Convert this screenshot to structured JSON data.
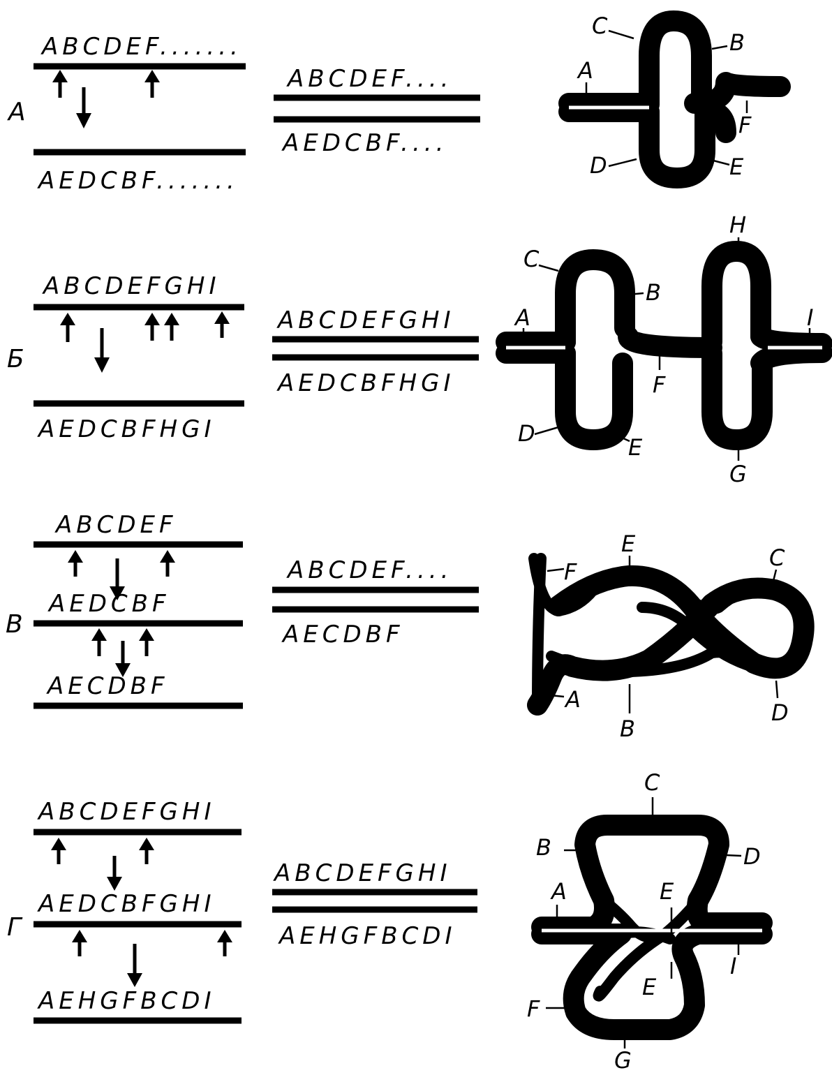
{
  "panels": [
    {
      "row_label": "А",
      "steps": [
        "ABCDEF.......",
        "AEDCBF......."
      ],
      "paired_top": "ABCDEF....",
      "paired_bottom": "AEDCBF....",
      "loop_labels": [
        "C",
        "B",
        "A",
        "F",
        "D",
        "E"
      ]
    },
    {
      "row_label": "Б",
      "steps": [
        "ABCDEFGHI",
        "AEDCBFHGI"
      ],
      "paired_top": "ABCDEFGHI",
      "paired_bottom": "AEDCBFHGI",
      "loop_labels": [
        "H",
        "C",
        "B",
        "A",
        "I",
        "F",
        "D",
        "E",
        "G"
      ]
    },
    {
      "row_label": "В",
      "steps": [
        "ABCDEF",
        "AEDCBF",
        "AECDBF"
      ],
      "paired_top": "ABCDEF....",
      "paired_bottom": "AECDBF",
      "loop_labels": [
        "E",
        "C",
        "F",
        "A",
        "B",
        "D"
      ]
    },
    {
      "row_label": "Г",
      "steps": [
        "ABCDEFGHI",
        "AEDCBFGHI",
        "AEHGFBCDI"
      ],
      "paired_top": "ABCDEFGHI",
      "paired_bottom": "AEHGFBCDI",
      "loop_labels": [
        "C",
        "B",
        "D",
        "A",
        "E",
        "I",
        "E",
        "F",
        "G"
      ]
    }
  ]
}
